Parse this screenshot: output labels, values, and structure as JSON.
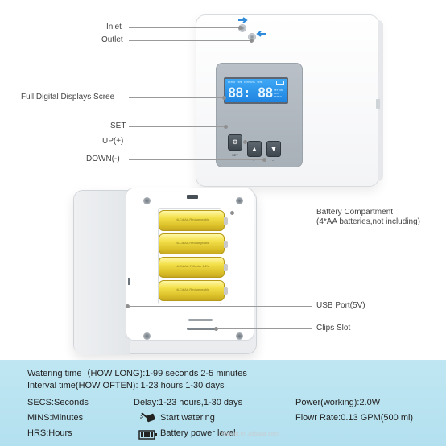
{
  "callouts": {
    "inlet": "Inlet",
    "outlet": "Outlet",
    "display": "Full Digital Displays Scree",
    "set": "SET",
    "up": "UP(+)",
    "down": "DOWN(-)",
    "battery_line1": "Battery Compartment",
    "battery_line2": "(4*AA batteries,not including)",
    "usb": "USB Port(5V)",
    "clips": "Clips Slot"
  },
  "device": {
    "lcd_top_text": "WATER TIME  INTERVAL TIME",
    "lcd_digits_left": "88:",
    "lcd_digits_right": "88",
    "lcd_side_text": "SET  ON AUTO  MANUAL",
    "set_button_label": "SET",
    "battery_text": [
      "Ni-Cd AA Rechargeable",
      "Ni-Cd AA Rechargeable",
      "Ni-Cd AA 700mAh 1.2V",
      "Ni-Cd AA Rechargeable"
    ]
  },
  "info": {
    "watering_time": "Watering time（HOW LONG):1-99 seconds  2-5 minutes",
    "interval_time": "Interval time(HOW OFTEN): 1-23 hours  1-30 days",
    "secs": "SECS:Seconds",
    "mins": "MINS:Minutes",
    "hrs": "HRS:Hours",
    "delay": "Delay:1-23 hours,1-30 days",
    "start_watering": ":Start watering",
    "battery_level": ":Battery power level",
    "power": "Power(working):2.0W",
    "flow_rate": "Flowr Rate:0.13 GPM(500 ml)",
    "brand": "chalkart.en.alibaba.com"
  },
  "colors": {
    "band": "#b3e0ef",
    "lcd": "#2a93ea",
    "battery": "#f0dc3f",
    "arrow": "#2f8ad9"
  },
  "icons": [
    "watering-can-icon",
    "battery-level-icon",
    "arrow-in-icon",
    "arrow-out-icon"
  ]
}
